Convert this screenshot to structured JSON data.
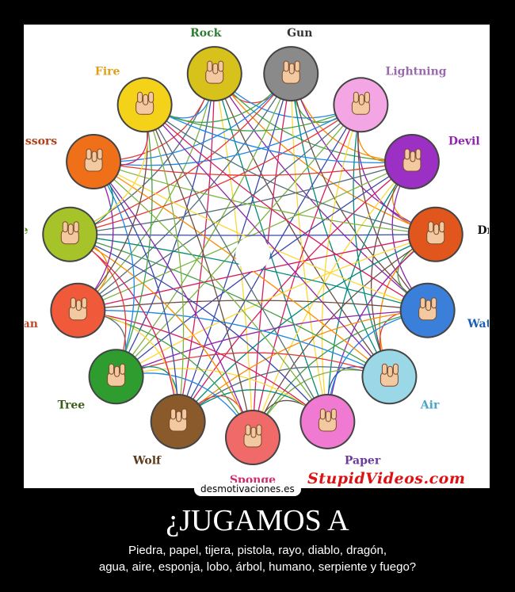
{
  "diagram": {
    "nodes": [
      {
        "label": "Rock",
        "color": "#d6c21a",
        "label_color": "#2e7d32"
      },
      {
        "label": "Gun",
        "color": "#8a8a8a",
        "label_color": "#333333"
      },
      {
        "label": "Lightning",
        "color": "#f3a6e3",
        "label_color": "#9a6ab0"
      },
      {
        "label": "Devil",
        "color": "#9c2fc4",
        "label_color": "#8e24aa"
      },
      {
        "label": "Dragon",
        "color": "#e0561c",
        "label_color": "#111111"
      },
      {
        "label": "Water",
        "color": "#3a7fd9",
        "label_color": "#1a5fb4"
      },
      {
        "label": "Air",
        "color": "#9ad8e8",
        "label_color": "#4aa3c8"
      },
      {
        "label": "Paper",
        "color": "#f07ad2",
        "label_color": "#6a3b9c"
      },
      {
        "label": "Sponge",
        "color": "#f06a6a",
        "label_color": "#d12b6e"
      },
      {
        "label": "Wolf",
        "color": "#8a5a2b",
        "label_color": "#5a3a1a"
      },
      {
        "label": "Tree",
        "color": "#2f9c2f",
        "label_color": "#3d5c1a"
      },
      {
        "label": "Human",
        "color": "#f05a3a",
        "label_color": "#c44a2a"
      },
      {
        "label": "Snake",
        "color": "#a6c42a",
        "label_color": "#4a8a1a"
      },
      {
        "label": "Scissors",
        "color": "#f0701a",
        "label_color": "#b0401a"
      },
      {
        "label": "Fire",
        "color": "#f5d21a",
        "label_color": "#e0a01a"
      }
    ],
    "line_colors": [
      "#e53935",
      "#1e88e5",
      "#43a047",
      "#fb8c00",
      "#8e24aa",
      "#6d4c41",
      "#00897b",
      "#fdd835",
      "#d81b60",
      "#3949ab",
      "#7cb342",
      "#546e7a"
    ]
  },
  "site_tag": "desmotivaciones.es",
  "watermark": "StupidVideos.com",
  "title": "¿JUGAMOS A",
  "caption": {
    "line1": "Piedra, papel, tijera, pistola, rayo, diablo, dragón,",
    "line2": "agua, aire, esponja, lobo, árbol, humano, serpiente y fuego?"
  }
}
